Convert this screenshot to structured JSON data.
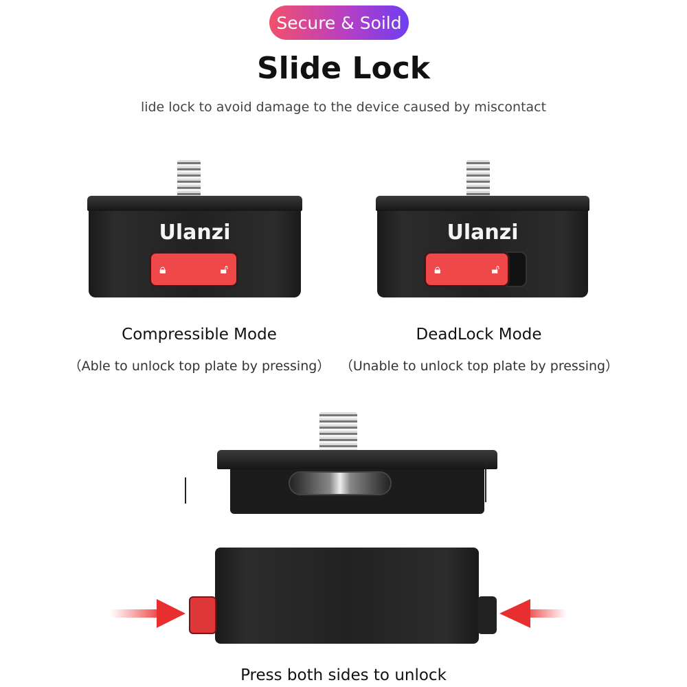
{
  "badge": "Secure & Soild",
  "title": "Slide Lock",
  "subtitle": "lide lock to avoid damage to the device caused by miscontact",
  "brand": "Ulanzi",
  "modes": [
    {
      "label": "Compressible Mode",
      "note": "（Able to unlock top plate by pressing）"
    },
    {
      "label": "DeadLock Mode",
      "note": "（Unable to unlock top plate by pressing）"
    }
  ],
  "caption": "Press both sides to unlock",
  "colors": {
    "accent_red": "#f04848",
    "badge_start": "#f2506c",
    "badge_end": "#6f3ef0"
  }
}
